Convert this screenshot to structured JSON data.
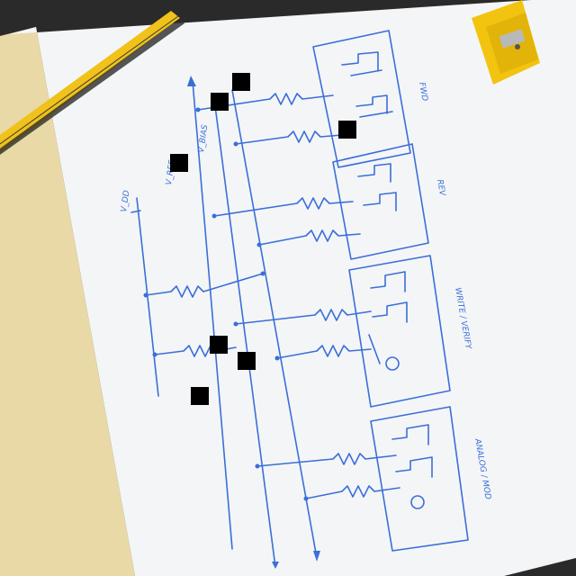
{
  "photo": {
    "subject": "hand-drawn circuit sketch on paper",
    "ink_color": "#3a6fd8",
    "paper_color": "#f4f5f7",
    "backdrop_color": "#2a2a2a",
    "left_strip_color": "#e8d9a6",
    "pencil_color": "#f0c21a",
    "sharpener_color": "#f2c40f"
  },
  "sketch_labels": {
    "bus_left": "V_DD",
    "bus_mid": "V_REF",
    "bus_mid2": "V_BIAS",
    "block1": "FWD",
    "block2": "REV",
    "block3": "WRITE / VERIFY",
    "block4": "ANALOG / MOD"
  },
  "icons": {
    "pencil": "pencil-icon",
    "sharpener": "sharpener-icon"
  }
}
